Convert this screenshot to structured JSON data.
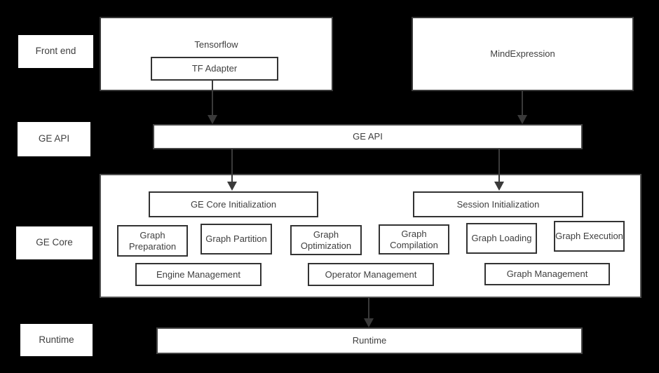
{
  "diagram": {
    "layer_labels": [
      "Front end",
      "GE API",
      "GE Core",
      "Runtime"
    ],
    "front_end": {
      "tensorflow_label": "Tensorflow",
      "tf_adapter_label": "TF Adapter",
      "mind_expression_label": "MindExpression"
    },
    "ge_api_label": "GE API",
    "ge_core": {
      "ge_core_init_label": "GE Core Initialization",
      "session_init_label": "Session Initialization",
      "pipeline": [
        "Graph Preparation",
        "Graph Partition",
        "Graph Optimization",
        "Graph Compilation",
        "Graph Loading",
        "Graph Execution"
      ],
      "management": [
        "Engine Management",
        "Operator Management",
        "Graph Management"
      ]
    },
    "runtime_label": "Runtime",
    "colors": {
      "background": "#000000",
      "box_fill": "#ffffff",
      "inner_border": "#333333",
      "outer_border": "#4f4f4f",
      "text": "#3f3f3f",
      "arrow": "#3a3a3a"
    }
  }
}
